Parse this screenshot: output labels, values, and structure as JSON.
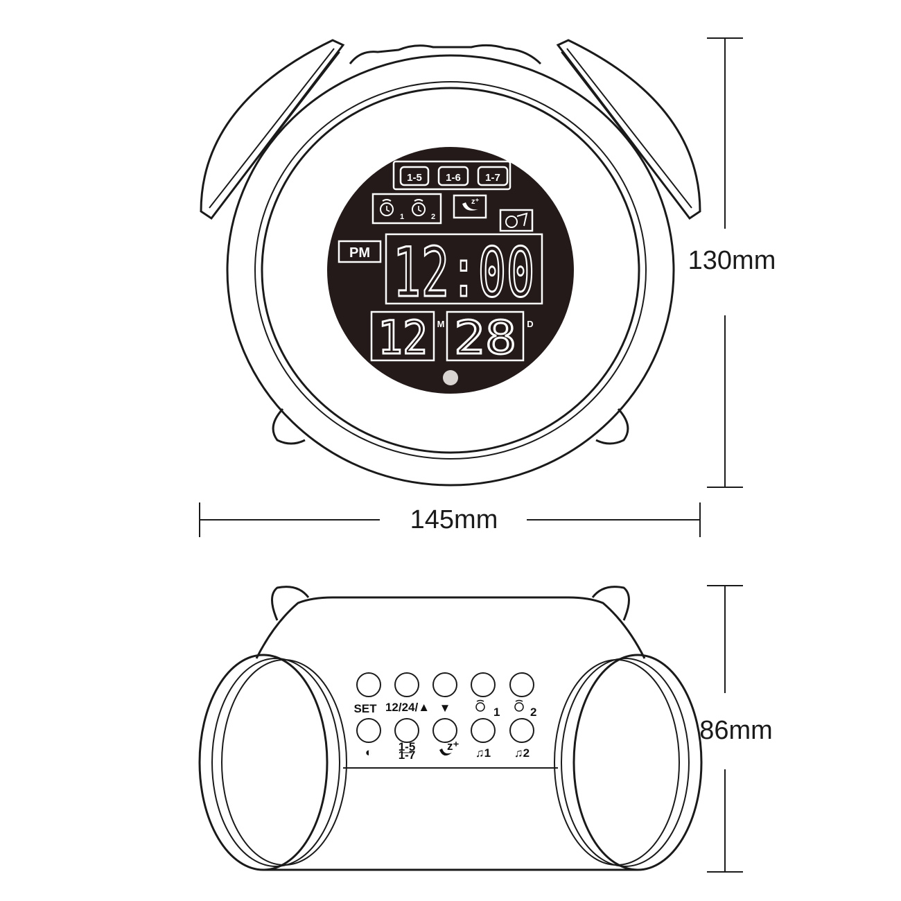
{
  "dimensions": {
    "height_front": "130mm",
    "width": "145mm",
    "height_top": "86mm"
  },
  "lcd": {
    "day_modes": [
      "1-5",
      "1-6",
      "1-7"
    ],
    "alarm1_sub": "1",
    "alarm2_sub": "2",
    "ampm": "PM",
    "time": "12:00",
    "month": "12",
    "month_unit": "M",
    "day": "28",
    "day_unit": "D"
  },
  "buttons": {
    "row1": [
      {
        "label": "SET",
        "icon": "none"
      },
      {
        "label": "12/24/▲",
        "icon": "up-arrow"
      },
      {
        "label": "▼",
        "icon": "down-arrow"
      },
      {
        "label": "1",
        "icon": "alarm-clock-icon"
      },
      {
        "label": "2",
        "icon": "alarm-clock-icon"
      }
    ],
    "row2": [
      {
        "label": "◐",
        "icon": "brightness-icon"
      },
      {
        "label": "1-5\n1-7",
        "icon": "day-mode-icon"
      },
      {
        "label": "",
        "icon": "snooze-moon-icon"
      },
      {
        "label": "♫1",
        "icon": "music-1-icon"
      },
      {
        "label": "♫2",
        "icon": "music-2-icon"
      }
    ]
  }
}
